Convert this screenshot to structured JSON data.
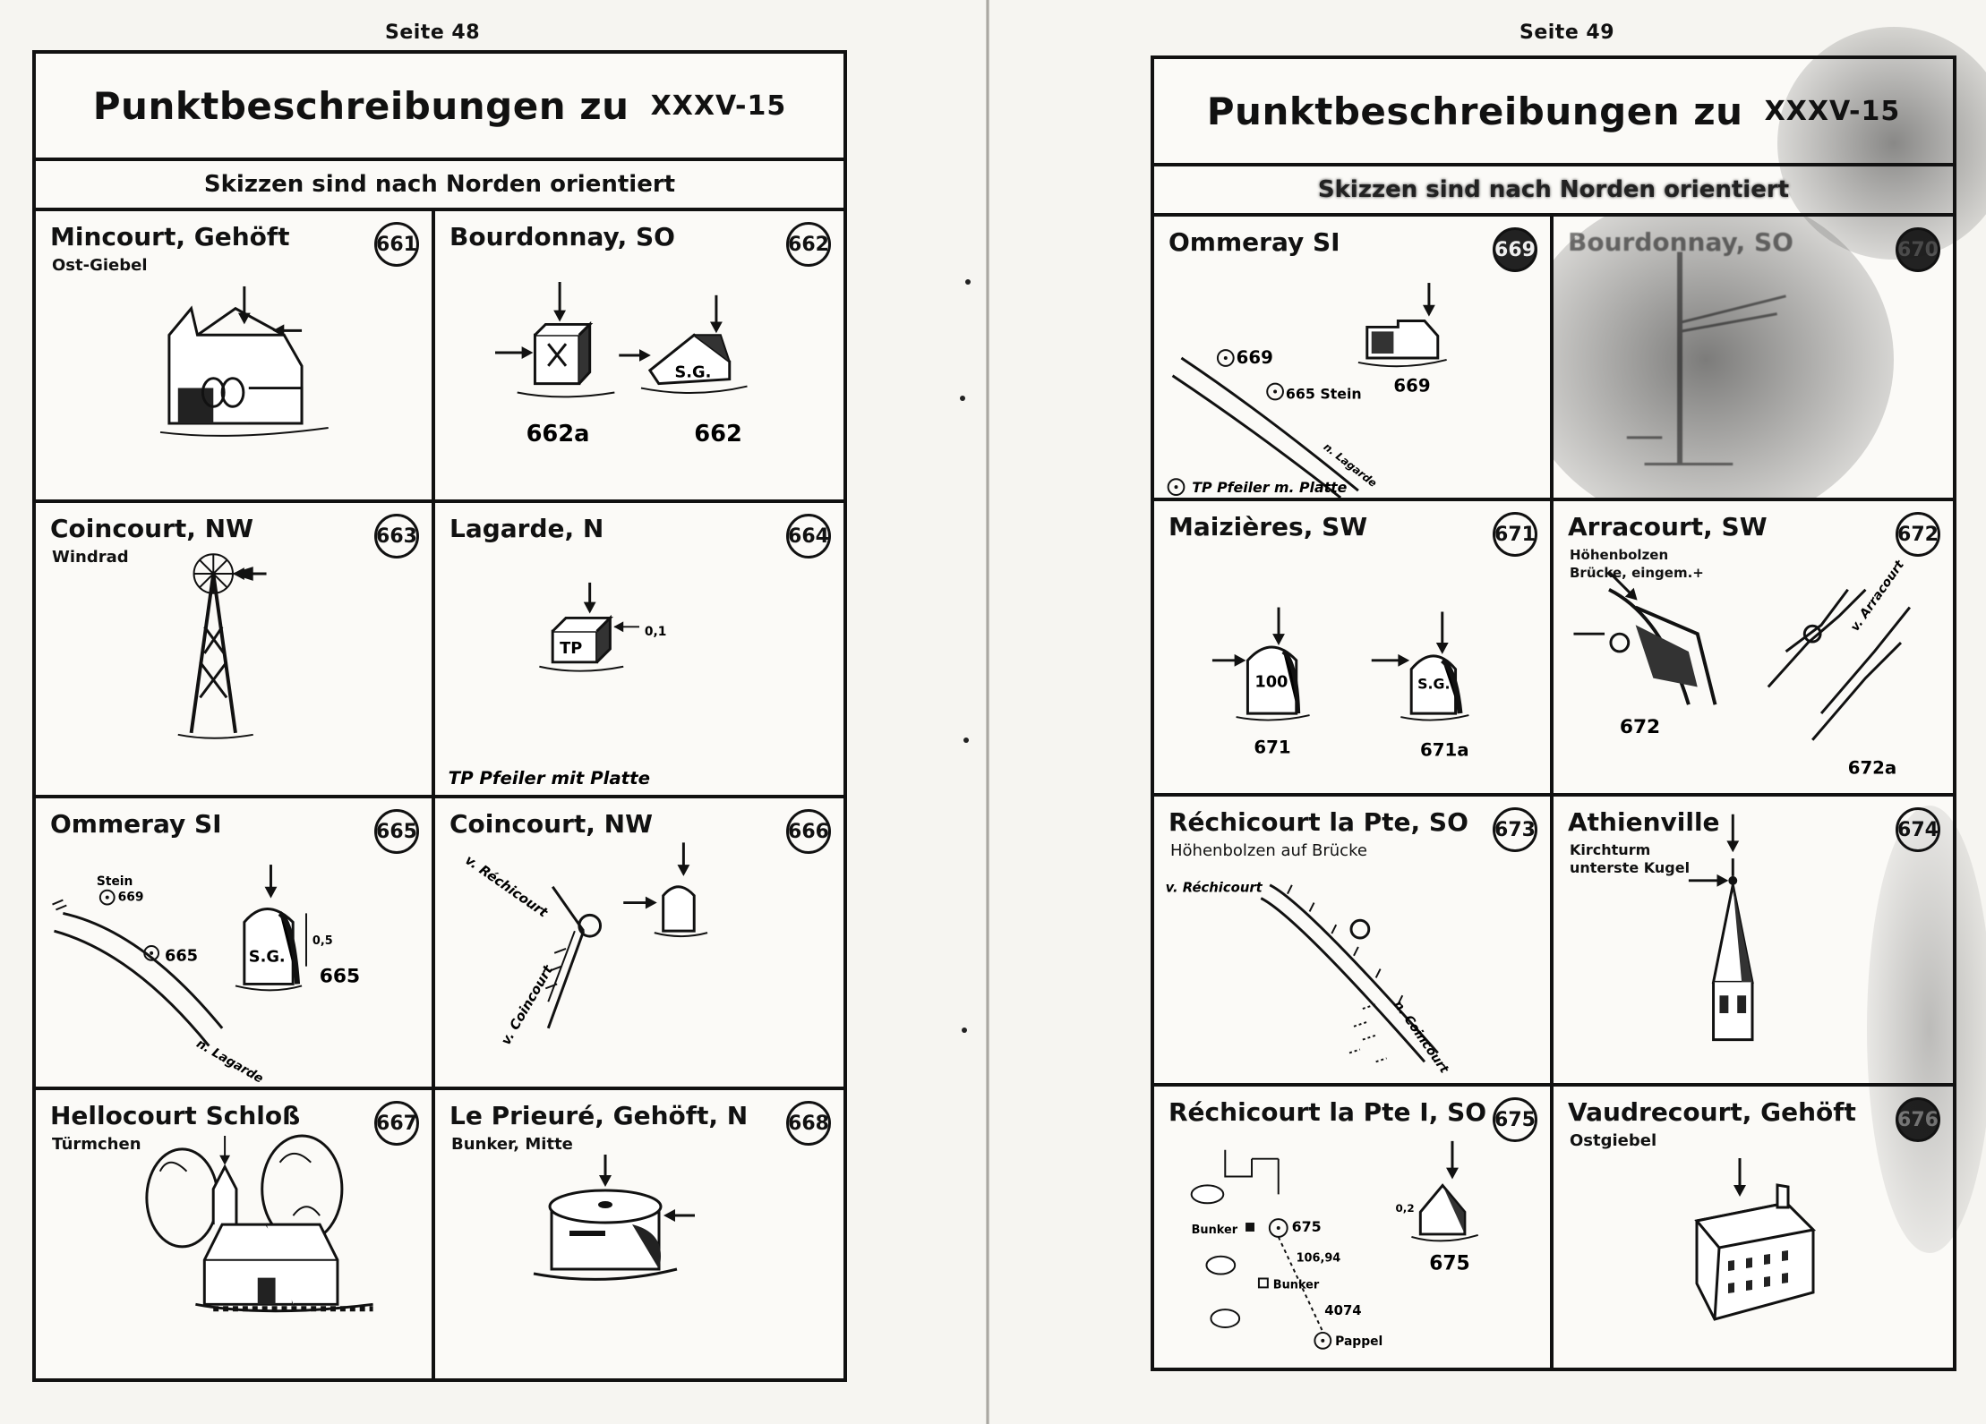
{
  "left_page": {
    "page_label": "Seite 48",
    "title": "Punktbeschreibungen zu",
    "code": "XXXV-15",
    "subtitle": "Skizzen sind nach Norden orientiert",
    "cells": [
      {
        "name": "Mincourt, Gehöft",
        "note": "Ost-Giebel",
        "number": "661",
        "labels": []
      },
      {
        "name": "Bourdonnay, SO",
        "note": "",
        "number": "662",
        "labels": [
          "662a",
          "662",
          "S.G."
        ]
      },
      {
        "name": "Coincourt, NW",
        "note": "Windrad",
        "number": "663",
        "labels": []
      },
      {
        "name": "Lagarde, N",
        "note": "",
        "number": "664",
        "labels": [
          "TP",
          "0,1",
          "TP Pfeiler mit Platte"
        ]
      },
      {
        "name": "Ommeray SI",
        "note": "",
        "number": "665",
        "labels": [
          "Stein",
          "669",
          "665",
          "S.G.",
          "0,5",
          "665",
          "n. Lagarde"
        ]
      },
      {
        "name": "Coincourt, NW",
        "note": "",
        "number": "666",
        "labels": [
          "v. Réchicourt",
          "v. Coincourt"
        ]
      },
      {
        "name": "Hellocourt Schloß",
        "note": "Türmchen",
        "number": "667",
        "labels": []
      },
      {
        "name": "Le Prieuré, Gehöft, N",
        "note": "Bunker, Mitte",
        "number": "668",
        "labels": []
      }
    ]
  },
  "right_page": {
    "page_label": "Seite 49",
    "title": "Punktbeschreibungen zu",
    "code": "XXXV-15",
    "subtitle": "Skizzen sind nach Norden orientiert",
    "cells": [
      {
        "name": "Ommeray SI",
        "note": "",
        "number": "669",
        "labels": [
          "669",
          "665 Stein",
          "669",
          "TP Pfeiler m. Platte",
          "n. Lagarde"
        ]
      },
      {
        "name": "Bourdonnay, SO",
        "note": "",
        "number": "670",
        "labels": []
      },
      {
        "name": "Maizières, SW",
        "note": "",
        "number": "671",
        "labels": [
          "100",
          "S.G.",
          "671",
          "671a"
        ]
      },
      {
        "name": "Arracourt, SW",
        "note": "Höhenbolzen\nBrücke, eingem.+",
        "number": "672",
        "labels": [
          "672",
          "672a",
          "v. Arracourt"
        ]
      },
      {
        "name": "Réchicourt la Pte, SO",
        "note": "Höhenbolzen auf Brücke",
        "number": "673",
        "labels": [
          "v. Réchicourt",
          "n. Coincourt"
        ]
      },
      {
        "name": "Athienville",
        "note": "Kirchturm\nunterste Kugel",
        "number": "674",
        "labels": []
      },
      {
        "name": "Réchicourt la Pte I, SO",
        "note": "",
        "number": "675",
        "labels": [
          "Bunker",
          "675",
          "106,94",
          "Bunker",
          "4074",
          "Pappel",
          "0,2",
          "675"
        ]
      },
      {
        "name": "Vaudrecourt, Gehöft",
        "note": "Ostgiebel",
        "number": "676",
        "labels": []
      }
    ]
  }
}
